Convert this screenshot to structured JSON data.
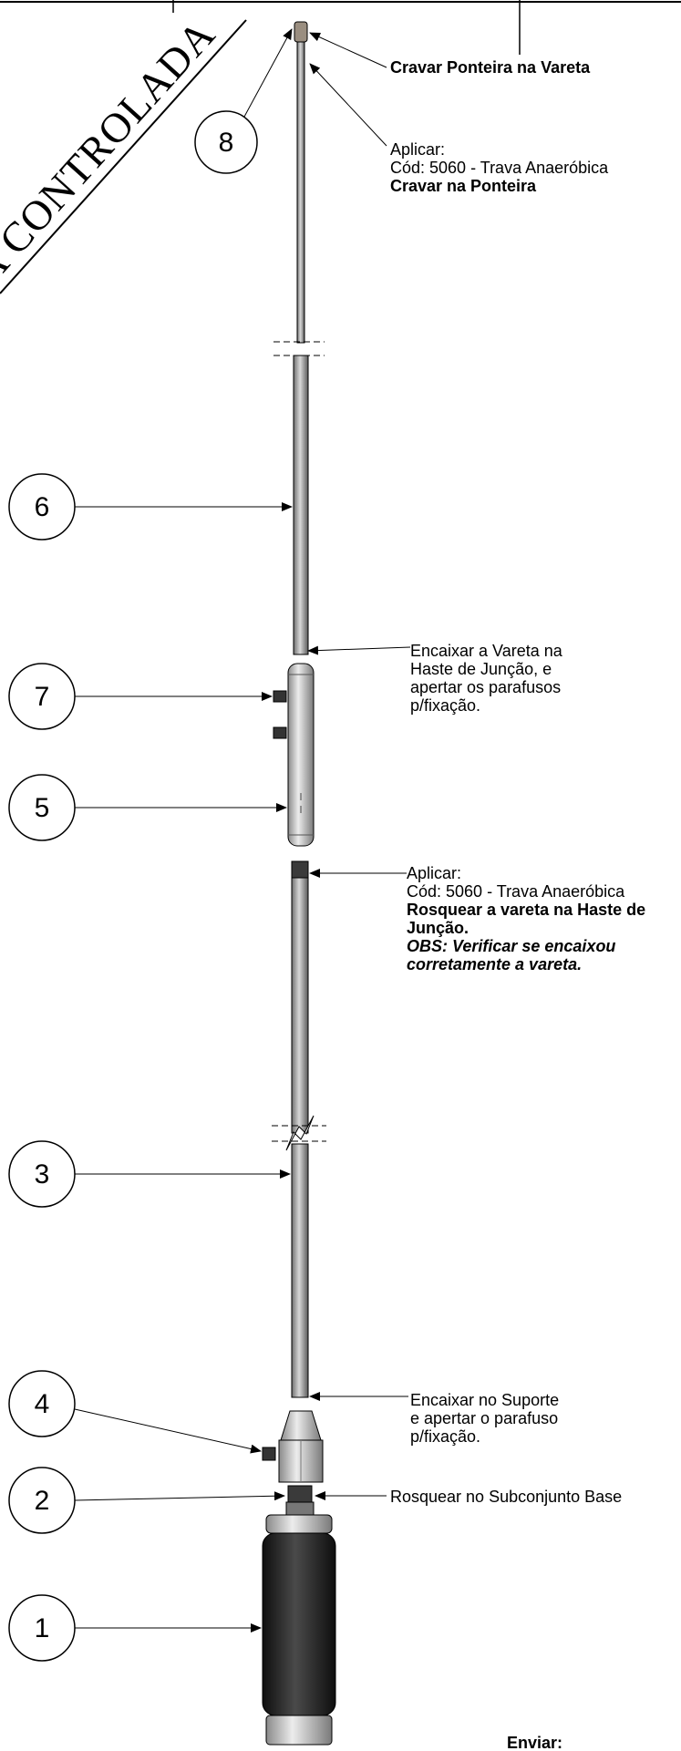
{
  "stamp": "A CONTROLADA",
  "balloons": [
    "8",
    "6",
    "7",
    "5",
    "3",
    "4",
    "2",
    "1"
  ],
  "notes": {
    "ponteira": "Cravar Ponteira na Vareta",
    "aplicar_top": {
      "line1": "Aplicar:",
      "line2": "Cód: 5060 - Trava Anaeróbica",
      "line3": "Cravar na Ponteira"
    },
    "encaixar_vareta": {
      "line1": "Encaixar a Vareta na",
      "line2": "Haste de Junção, e",
      "line3": "apertar os parafusos",
      "line4": "p/fixação."
    },
    "aplicar_mid": {
      "line1": "Aplicar:",
      "line2": "Cód: 5060 - Trava Anaeróbica",
      "line3": "Rosquear a vareta na Haste de",
      "line4": "Junção.",
      "line5": "OBS: Verificar se encaixou",
      "line6": "corretamente a vareta."
    },
    "encaixar_suporte": {
      "line1": "Encaixar no Suporte",
      "line2": "e apertar o parafuso",
      "line3": "p/fixação."
    },
    "rosquear_base": "Rosquear no Subconjunto Base",
    "enviar": "Enviar:"
  },
  "colors": {
    "line": "#000000",
    "rod": "#8a8a8a",
    "rod_light": "#cfcfcf",
    "base_dark": "#1c1c1c"
  }
}
